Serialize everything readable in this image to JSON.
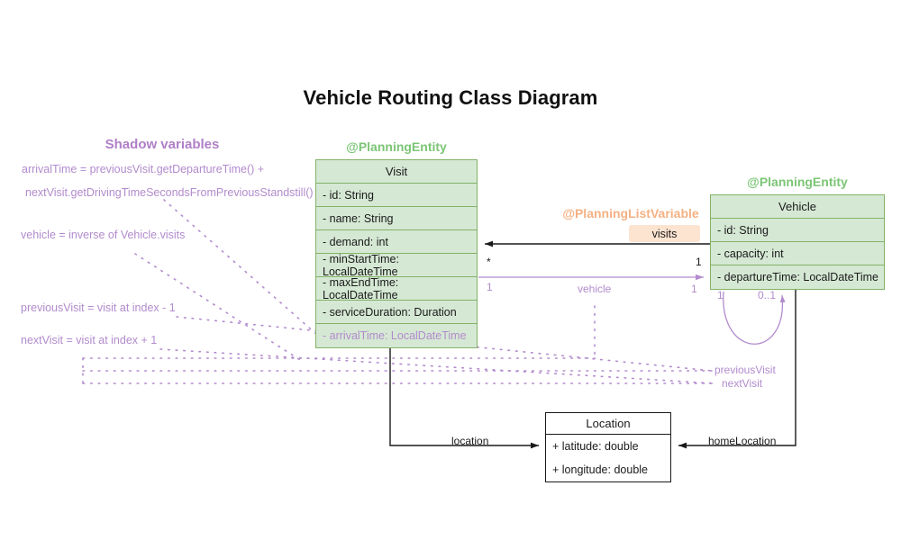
{
  "title": "Vehicle Routing Class Diagram",
  "colors": {
    "class_fill": "#d5e8d4",
    "class_border": "#82b366",
    "stereotype_green": "#7cc576",
    "shadow_purple": "#b28bcd",
    "shadow_heading_purple": "#b07fc7",
    "listvar_orange": "#f4b183",
    "badge_fill": "#fce4d0",
    "line_black": "#1a1a1a"
  },
  "shadow_section": {
    "heading": "Shadow variables",
    "notes": [
      "arrivalTime = previousVisit.getDepartureTime() +",
      "nextVisit.getDrivingTimeSecondsFromPreviousStandstill()",
      "vehicle = inverse of Vehicle.visits",
      "previousVisit = visit at index - 1",
      "nextVisit = visit at index + 1"
    ]
  },
  "classes": {
    "visit": {
      "stereotype": "@PlanningEntity",
      "name": "Visit",
      "attributes": [
        "- id: String",
        "- name: String",
        "- demand: int",
        "- minStartTime: LocalDateTime",
        "- maxEndTime: LocalDateTime",
        "- serviceDuration: Duration",
        "- arrivalTime: LocalDateTime"
      ],
      "shadow_attribute_indexes": [
        6
      ]
    },
    "vehicle": {
      "stereotype": "@PlanningEntity",
      "name": "Vehicle",
      "attributes": [
        "- id: String",
        "- capacity: int",
        "- departureTime: LocalDateTime"
      ]
    },
    "location": {
      "name": "Location",
      "attributes": [
        "+ latitude: double",
        "+ longitude: double"
      ]
    }
  },
  "relations": {
    "visits": {
      "stereotype": "@PlanningListVariable",
      "label": "visits",
      "source_multiplicity": "*",
      "target_multiplicity": "1"
    },
    "vehicle_ref": {
      "label": "vehicle",
      "source_multiplicity": "1",
      "target_multiplicity": "1"
    },
    "visit_location": {
      "label": "location"
    },
    "vehicle_home_location": {
      "label": "homeLocation"
    },
    "vehicle_self_loop": {
      "left_multiplicity": "1",
      "right_multiplicity": "0..1"
    },
    "shadow_links": {
      "previous_visit_label": "previousVisit",
      "next_visit_label": "nextVisit"
    }
  }
}
